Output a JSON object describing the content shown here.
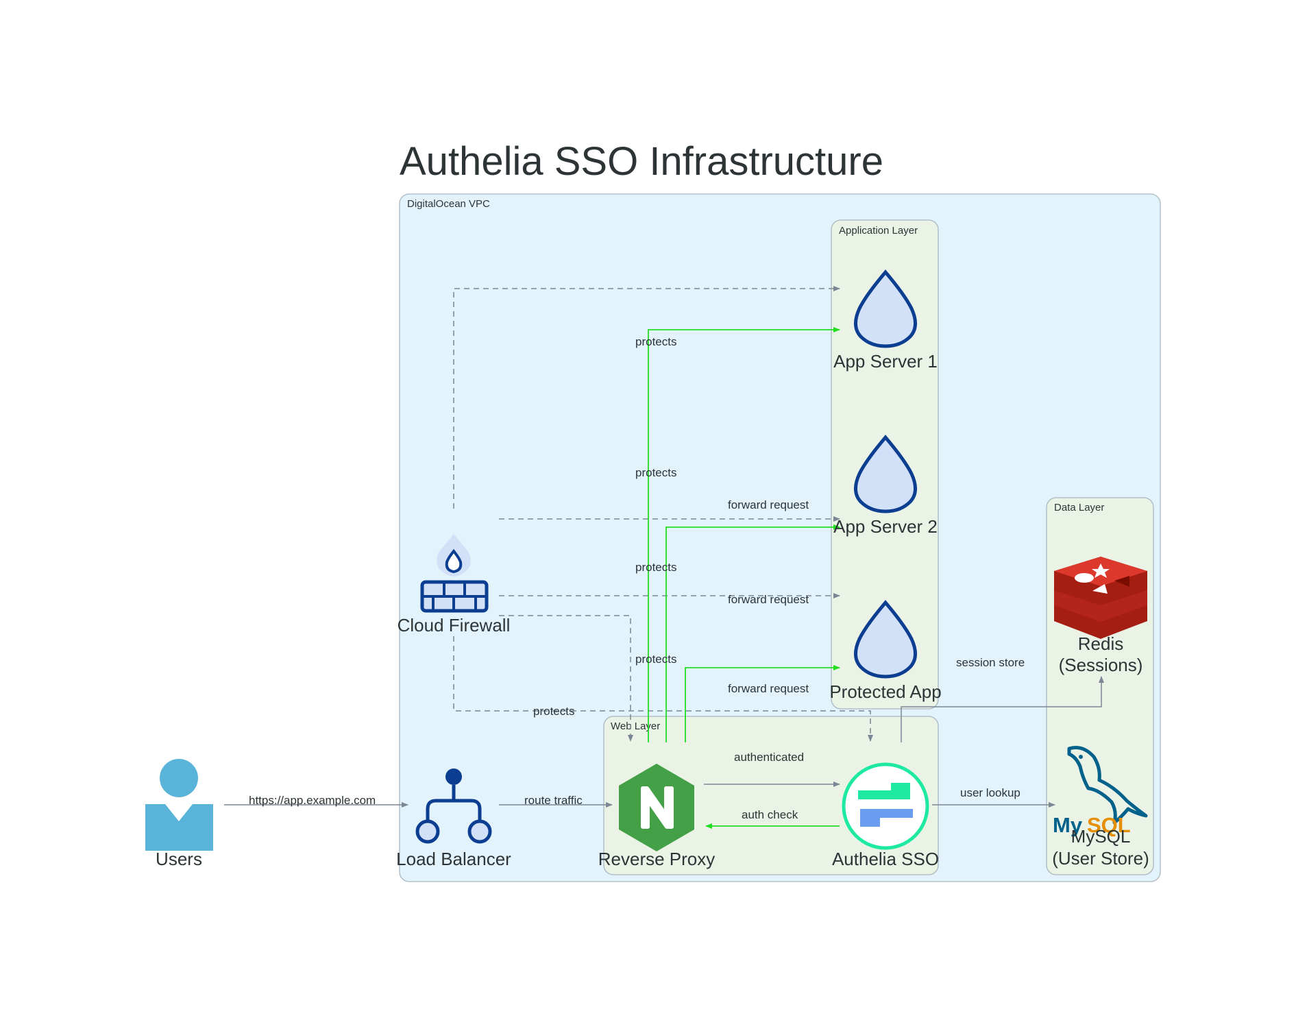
{
  "title": "Authelia SSO Infrastructure",
  "clusters": {
    "vpc": "DigitalOcean VPC",
    "app_layer": "Application Layer",
    "data_layer": "Data Layer",
    "web_layer": "Web Layer"
  },
  "nodes": {
    "users": "Users",
    "load_balancer": "Load Balancer",
    "cloud_firewall": "Cloud Firewall",
    "reverse_proxy": "Reverse Proxy",
    "authelia": "Authelia SSO",
    "app_server_1": "App Server 1",
    "app_server_2": "App Server 2",
    "protected_app": "Protected App",
    "redis_line1": "Redis",
    "redis_line2": "(Sessions)",
    "mysql_line1": "MySQL",
    "mysql_line2": "(User Store)"
  },
  "edges": {
    "users_lb": "https://app.example.com",
    "route_traffic": "route traffic",
    "authenticated": "authenticated",
    "auth_check": "auth check",
    "user_lookup": "user lookup",
    "session_store": "session store",
    "forward_request": "forward request",
    "protects": "protects"
  },
  "colors": {
    "vpc_fill": "#e3f3fc",
    "layer_fill": "#ebf3e6",
    "cluster_border": "#a9b6c0",
    "dashed_edge": "#7b8794",
    "green_edge": "#22dd22",
    "icon_blue": "#0b3d91",
    "icon_fill": "#d3e1f8",
    "user_blue": "#5ab4d9",
    "nginx_green": "#43a047",
    "authelia_green": "#1de9a0",
    "redis_red": "#d32f2f"
  },
  "icons": [
    "user-icon",
    "load-balancer-icon",
    "firewall-icon",
    "nginx-icon",
    "authelia-icon",
    "droplet-icon",
    "redis-icon",
    "mysql-icon"
  ]
}
